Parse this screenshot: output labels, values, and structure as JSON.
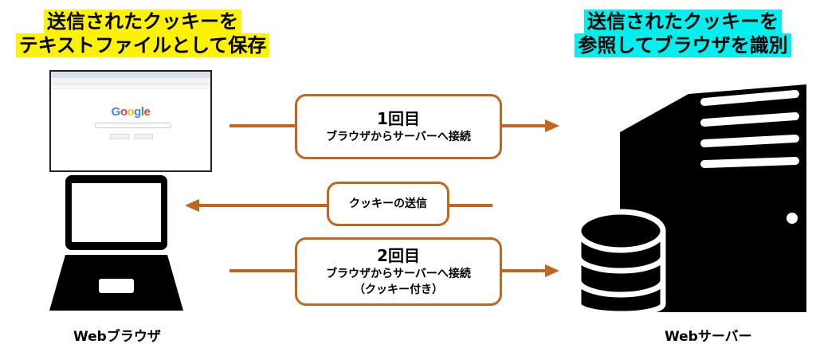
{
  "left_title": {
    "line1": "送信されたクッキーを",
    "line2": "テキストファイルとして保存"
  },
  "right_title": {
    "line1": "送信されたクッキーを",
    "line2": "参照してブラウザを識別"
  },
  "browser_window": {
    "logo": "Google"
  },
  "left_caption": "Webブラウザ",
  "right_caption": "Webサーバー",
  "request1": {
    "title": "1回目",
    "desc": "ブラウザからサーバーへ接続"
  },
  "cookie_send": {
    "label": "クッキーの送信"
  },
  "request2": {
    "title": "2回目",
    "desc": "ブラウザからサーバーへ接続",
    "note": "（クッキー付き）"
  },
  "colors": {
    "arrow": "#c0661f",
    "highlight_left": "#fff200",
    "highlight_right": "#00f0f0"
  }
}
